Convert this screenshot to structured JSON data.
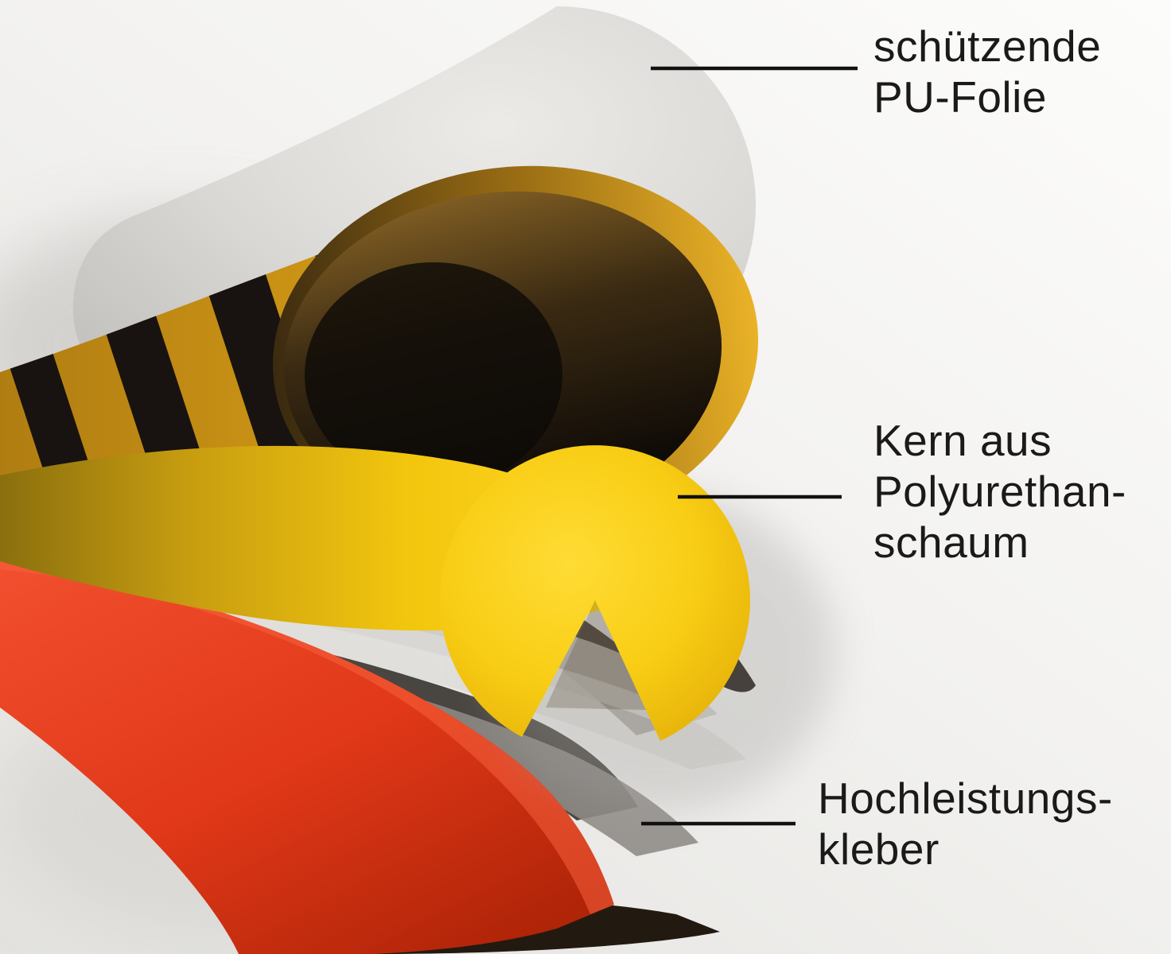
{
  "labels": {
    "pu_folie": {
      "text": "schützende\nPU-Folie"
    },
    "kern": {
      "text": "Kern aus\nPolyurethan-\nschaum"
    },
    "kleber": {
      "text": "Hochleistungs-\nkleber"
    }
  },
  "colors": {
    "foam_yellow": "#F6C90F",
    "shell_yellow": "#D89B16",
    "stripe_black": "#181310",
    "adhesive_red": "#E03818",
    "foil_gray": "#D9D8D5",
    "graphite_sheet": "#3F3B36",
    "label_text": "#1A1A19",
    "leader_line": "#111111"
  }
}
